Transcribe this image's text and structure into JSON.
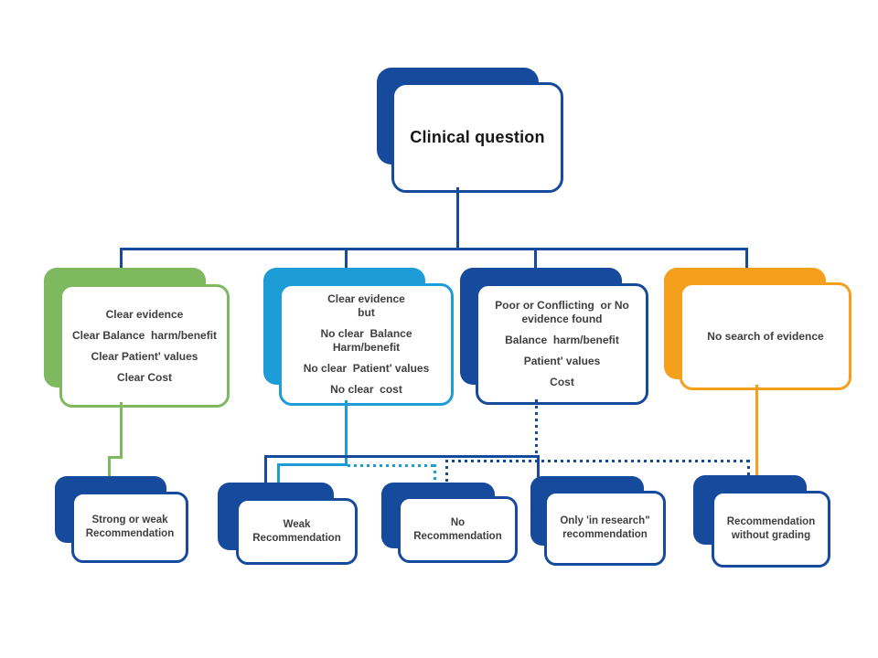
{
  "palette": {
    "dark_blue": "#164a9c",
    "light_blue": "#1d9cd8",
    "green": "#7eb85f",
    "orange": "#f5a01d",
    "text": "#3f3f3f",
    "box_fill": "#ffffff"
  },
  "root": {
    "title": "Clinical question"
  },
  "branches": [
    {
      "id": "clear-evidence",
      "color": "green",
      "lines": [
        "Clear evidence",
        "Clear Balance  harm/benefit",
        "Clear Patient' values",
        "Clear Cost"
      ]
    },
    {
      "id": "clear-evidence-but",
      "color": "light_blue",
      "lines": [
        "Clear evidence",
        "but",
        "No clear  Balance",
        "Harm/benefit",
        "No clear  Patient' values",
        "No clear  cost"
      ]
    },
    {
      "id": "poor-conflicting",
      "color": "dark_blue",
      "lines": [
        "Poor or Conflicting  or No",
        "evidence found",
        "Balance  harm/benefit",
        "Patient' values",
        "Cost"
      ]
    },
    {
      "id": "no-search",
      "color": "orange",
      "lines": [
        "No search of evidence"
      ]
    }
  ],
  "outcomes": [
    {
      "id": "strong-or-weak",
      "lines": [
        "Strong or weak",
        "Recommendation"
      ]
    },
    {
      "id": "weak",
      "lines": [
        "Weak",
        "Recommendation"
      ]
    },
    {
      "id": "no-recommendation",
      "lines": [
        "No",
        "Recommendation"
      ]
    },
    {
      "id": "only-in-research",
      "lines": [
        "Only 'in research\"",
        "recommendation"
      ]
    },
    {
      "id": "without-grading",
      "lines": [
        "Recommendation",
        "without grading"
      ]
    }
  ],
  "edges": [
    {
      "from": "clinical-question",
      "to": "clear-evidence",
      "style": "solid",
      "color": "dark_blue"
    },
    {
      "from": "clinical-question",
      "to": "clear-evidence-but",
      "style": "solid",
      "color": "dark_blue"
    },
    {
      "from": "clinical-question",
      "to": "poor-conflicting",
      "style": "solid",
      "color": "dark_blue"
    },
    {
      "from": "clinical-question",
      "to": "no-search",
      "style": "solid",
      "color": "dark_blue"
    },
    {
      "from": "clear-evidence",
      "to": "strong-or-weak",
      "style": "solid",
      "color": "green"
    },
    {
      "from": "clear-evidence-but",
      "to": "weak",
      "style": "solid",
      "color": "light_blue"
    },
    {
      "from": "clear-evidence-but",
      "to": "no-recommendation",
      "style": "dotted",
      "color": "light_blue"
    },
    {
      "from": "poor-conflicting",
      "to": "weak",
      "style": "solid",
      "color": "dark_blue"
    },
    {
      "from": "poor-conflicting",
      "to": "only-in-research",
      "style": "solid",
      "color": "dark_blue"
    },
    {
      "from": "poor-conflicting",
      "to": "no-recommendation",
      "style": "dotted",
      "color": "dark_blue"
    },
    {
      "from": "poor-conflicting",
      "to": "without-grading",
      "style": "dotted",
      "color": "dark_blue"
    },
    {
      "from": "no-search",
      "to": "without-grading",
      "style": "solid",
      "color": "orange"
    }
  ]
}
